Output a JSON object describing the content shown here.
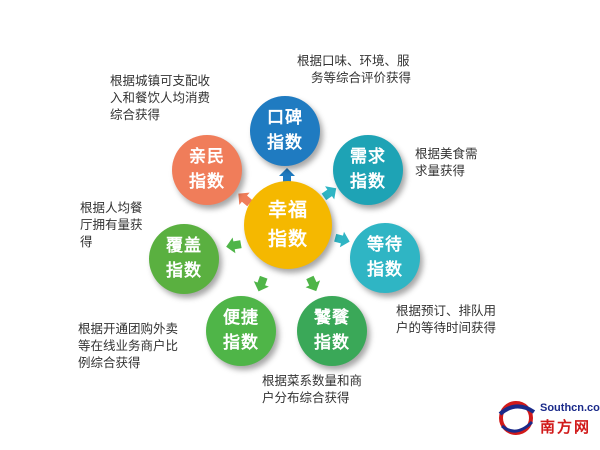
{
  "center": {
    "line1": "幸福",
    "line2": "指数",
    "color": "#f5b800"
  },
  "nodes": [
    {
      "id": "koubei",
      "line1": "口碑",
      "line2": "指数",
      "color": "#1f7bc1",
      "desc": [
        "根据口味、环境、服",
        "务等综合评价获得"
      ]
    },
    {
      "id": "xuqiu",
      "line1": "需求",
      "line2": "指数",
      "color": "#1ea3b5",
      "desc": [
        "根据美食需",
        "求量获得"
      ]
    },
    {
      "id": "dengdai",
      "line1": "等待",
      "line2": "指数",
      "color": "#2fb5c4",
      "desc": [
        "根据预订、排队用",
        "户的等待时间获得"
      ]
    },
    {
      "id": "tiecan",
      "line1": "饕餮",
      "line2": "指数",
      "color": "#3aa858",
      "desc": [
        "根据菜系数量和商",
        "户分布综合获得"
      ]
    },
    {
      "id": "bianjie",
      "line1": "便捷",
      "line2": "指数",
      "color": "#4fb548",
      "desc": [
        "根据开通团购外卖",
        "等在线业务商户比",
        "例综合获得"
      ]
    },
    {
      "id": "fugai",
      "line1": "覆盖",
      "line2": "指数",
      "color": "#5ab040",
      "desc": [
        "根据人均餐",
        "厅拥有量获",
        "得"
      ]
    },
    {
      "id": "qinmin",
      "line1": "亲民",
      "line2": "指数",
      "color": "#f07d5a",
      "desc": [
        "根据城镇可支配收",
        "入和餐饮人均消费",
        "综合获得"
      ]
    }
  ],
  "arrow_colors": {
    "up": "#1f7bc1",
    "teal": "#2fb5c4",
    "green": "#4fb548",
    "salmon": "#f07d5a"
  },
  "logo": {
    "site": "Southcn.com",
    "name": "南方网"
  }
}
